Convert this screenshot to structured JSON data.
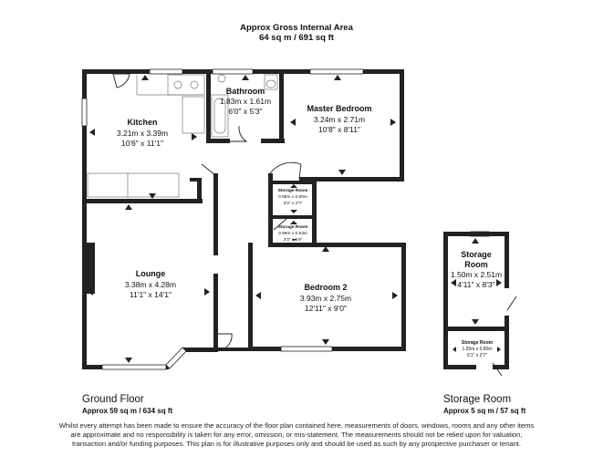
{
  "header": {
    "title": "Approx Gross Internal Area",
    "area": "64 sq m / 691 sq ft"
  },
  "rooms": {
    "kitchen": {
      "name": "Kitchen",
      "metric": "3.21m x 3.39m",
      "imperial": "10'6\" x 11'1\""
    },
    "bathroom": {
      "name": "Bathroom",
      "metric": "1.83m x 1.61m",
      "imperial": "6'0\" x 5'3\""
    },
    "master_bedroom": {
      "name": "Master Bedroom",
      "metric": "3.24m x 2.71m",
      "imperial": "10'8\" x 8'11\""
    },
    "storage_small_1": {
      "name": "Storage Room",
      "metric": "0.98m x 0.80m",
      "imperial": "3'3\" x 2'7\""
    },
    "storage_small_2": {
      "name": "Storage Room",
      "metric": "0.99m x 0.53m",
      "imperial": "3'3\" x 1'9\""
    },
    "lounge": {
      "name": "Lounge",
      "metric": "3.38m x 4.28m",
      "imperial": "11'1\" x 14'1\""
    },
    "bedroom_2": {
      "name": "Bedroom 2",
      "metric": "3.93m x 2.75m",
      "imperial": "12'11\" x 9'0\""
    },
    "storage_room_large": {
      "name_line1": "Storage",
      "name_line2": "Room",
      "metric": "1.50m x 2.51m",
      "imperial": "4'11\" x 8'3\""
    },
    "storage_room_small": {
      "name": "Storage Room",
      "metric": "1.55m x 0.80m",
      "imperial": "5'1\" x 2'7\""
    }
  },
  "floors": {
    "ground": {
      "label": "Ground Floor",
      "area": "Approx 59 sq m / 634 sq ft"
    },
    "storage": {
      "label": "Storage Room",
      "area": "Approx 5 sq m / 57 sq ft"
    }
  },
  "disclaimer": "Whilst every attempt has been made to ensure the accuracy of the floor plan contained here, measurements of doors, windows, rooms and any other items are approximate and no responsibility is taken for any error, omission, or mis-statement. The measurements should not be relied upon for valuation, transaction and/or funding purposes. This plan is for illustrative purposes only and should be used as such by any prospective purchaser or tenant."
}
